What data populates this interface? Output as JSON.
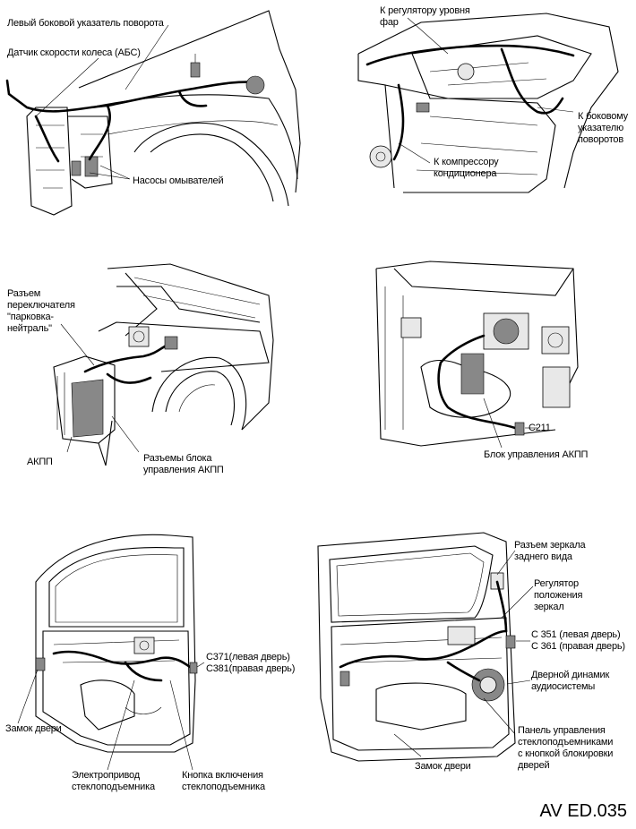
{
  "figure_code": "AV ED.035",
  "panels": {
    "front_left_fender": {
      "labels": {
        "turn_indicator": "Левый боковой указатель поворота",
        "abs_sensor": "Датчик скорости колеса (АБС)",
        "washer_pumps": "Насосы омывателей"
      }
    },
    "front_right_fender": {
      "labels": {
        "headlight_regulator": "К регулятору уровня\nфар",
        "side_indicator": "К боковому\nуказателю\nповоротов",
        "ac_compressor": "К компрессору\nкондиционера"
      }
    },
    "transmission_left": {
      "labels": {
        "park_neutral_switch": "Разъем\nпереключателя\n\"парковка-\nнейтраль\"",
        "akpp": "АКПП",
        "akpp_control_connectors": "Разъемы блока\nуправления АКПП"
      }
    },
    "transmission_right": {
      "labels": {
        "connector_c211": "C211",
        "akpp_control_unit": "Блок управления АКПП"
      }
    },
    "rear_door": {
      "labels": {
        "connector_c371_c381": "C371(левая дверь)\nC381(правая дверь)",
        "door_lock": "Замок двери",
        "window_motor": "Электропривод\nстеклоподъемника",
        "window_button": "Кнопка включения\nстеклоподъемника"
      }
    },
    "front_door": {
      "labels": {
        "mirror_connector": "Разъем зеркала\nзаднего вида",
        "mirror_regulator": "Регулятор\nположения\nзеркал",
        "connector_c351_c361": "C 351 (левая дверь)\nC 361 (правая дверь)",
        "door_speaker": "Дверной динамик\nаудиосистемы",
        "window_control_panel": "Панель управления\nстеклоподъемниками\nс кнопкой блокировки\nдверей",
        "door_lock": "Замок двери"
      }
    }
  }
}
